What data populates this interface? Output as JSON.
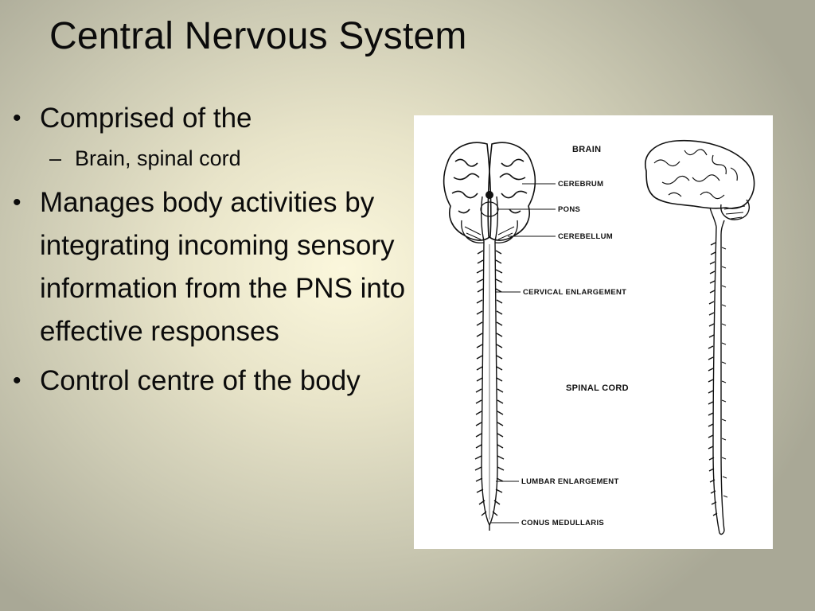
{
  "slide": {
    "title": "Central Nervous System",
    "bullets": [
      {
        "text": "Comprised of the",
        "sub": "Brain, spinal cord"
      },
      {
        "text": "Manages body activities by integrating incoming sensory information from the PNS into effective responses"
      },
      {
        "text": "Control centre of the body"
      }
    ]
  },
  "figure": {
    "labels": {
      "brain": "BRAIN",
      "cerebrum": "CEREBRUM",
      "pons": "PONS",
      "cerebellum": "CEREBELLUM",
      "cervical": "CERVICAL ENLARGEMENT",
      "spinal_cord": "SPINAL CORD",
      "lumbar": "LUMBAR ENLARGEMENT",
      "conus": "CONUS MEDULLARIS"
    }
  }
}
